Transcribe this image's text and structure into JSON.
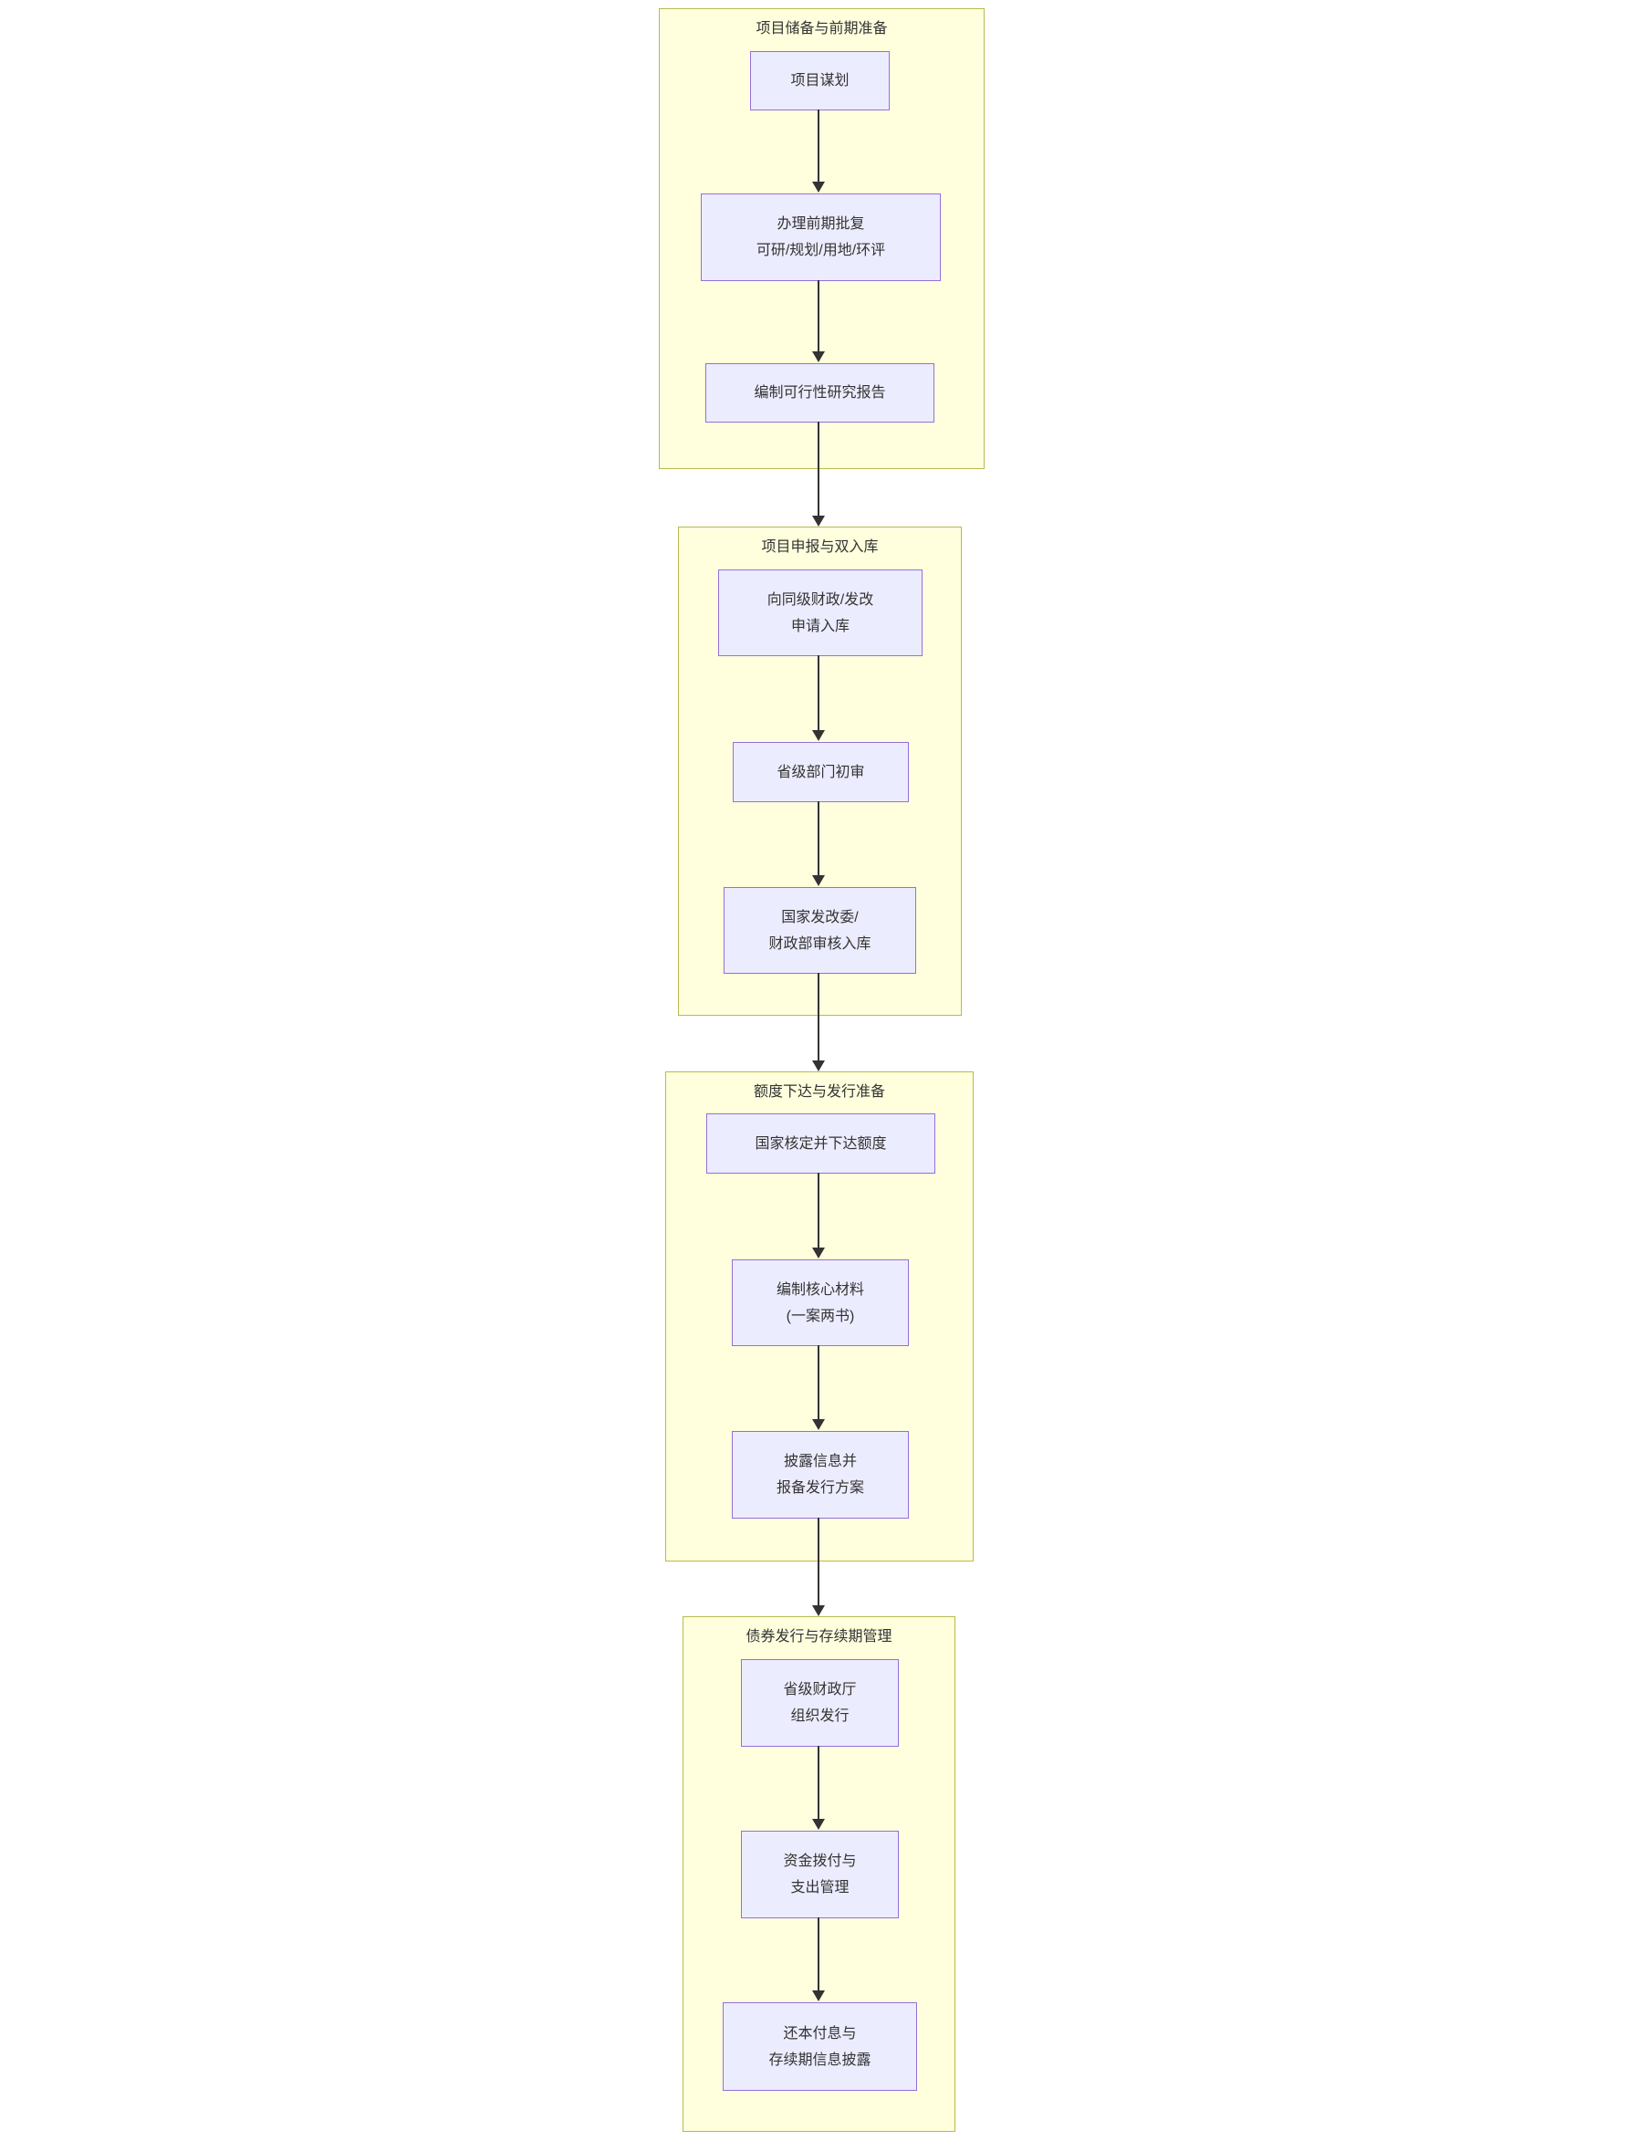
{
  "diagram": {
    "type": "flowchart-top-down",
    "colors": {
      "cluster_fill": "#ffffde",
      "cluster_border": "#b9b94e",
      "node_fill": "#ececff",
      "node_border": "#9370db",
      "edge": "#333333",
      "text": "#333333"
    },
    "groups": [
      {
        "title": "项目储备与前期准备",
        "nodes": [
          {
            "lines": [
              "项目谋划"
            ]
          },
          {
            "lines": [
              "办理前期批复",
              "可研/规划/用地/环评"
            ]
          },
          {
            "lines": [
              "编制可行性研究报告"
            ]
          }
        ]
      },
      {
        "title": "项目申报与双入库",
        "nodes": [
          {
            "lines": [
              "向同级财政/发改",
              "申请入库"
            ]
          },
          {
            "lines": [
              "省级部门初审"
            ]
          },
          {
            "lines": [
              "国家发改委/",
              "财政部审核入库"
            ]
          }
        ]
      },
      {
        "title": "额度下达与发行准备",
        "nodes": [
          {
            "lines": [
              "国家核定并下达额度"
            ]
          },
          {
            "lines": [
              "编制核心材料",
              "(一案两书)"
            ]
          },
          {
            "lines": [
              "披露信息并",
              "报备发行方案"
            ]
          }
        ]
      },
      {
        "title": "债券发行与存续期管理",
        "nodes": [
          {
            "lines": [
              "省级财政厅",
              "组织发行"
            ]
          },
          {
            "lines": [
              "资金拨付与",
              "支出管理"
            ]
          },
          {
            "lines": [
              "还本付息与",
              "存续期信息披露"
            ]
          }
        ]
      }
    ]
  }
}
